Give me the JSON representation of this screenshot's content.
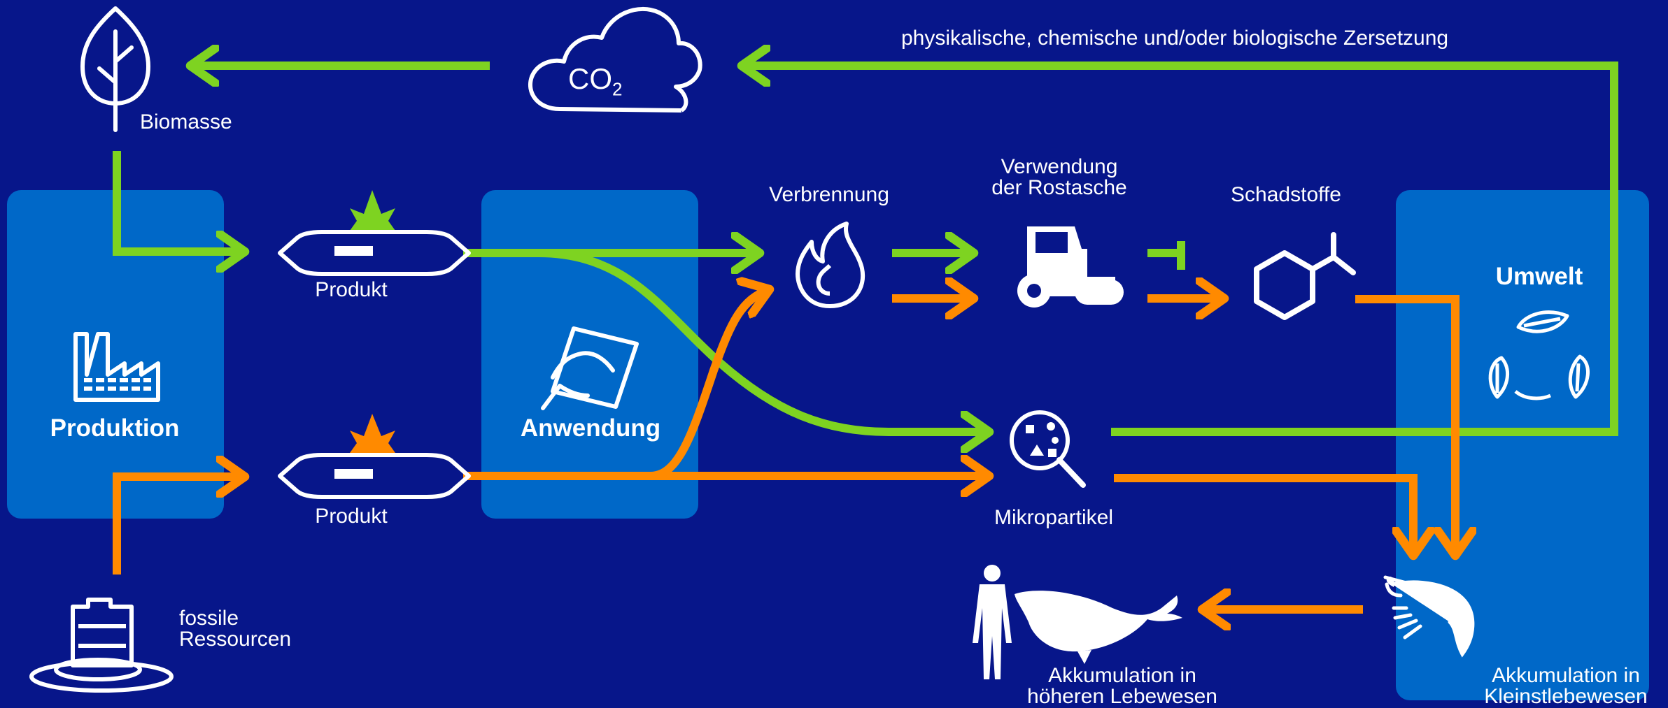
{
  "colors": {
    "background": "#07168a",
    "panel": "#0068c8",
    "green": "#7ed321",
    "orange": "#ff8a00",
    "icon": "#ffffff"
  },
  "labels": {
    "biomass": "Biomasse",
    "co2_main": "CO",
    "co2_sub": "2",
    "decomposition": "physikalische, chemische und/oder biologische Zersetzung",
    "production": "Produktion",
    "product_top": "Produkt",
    "product_bottom": "Produkt",
    "application": "Anwendung",
    "incineration": "Verbrennung",
    "ash_use_line1": "Verwendung",
    "ash_use_line2": "der Rostasche",
    "pollutants": "Schadstoffe",
    "environment": "Umwelt",
    "microparticles": "Mikropartikel",
    "fossil_line1": "fossile",
    "fossil_line2": "Ressourcen",
    "acc_higher_line1": "Akkumulation in",
    "acc_higher_line2": "höheren Lebewesen",
    "acc_micro_line1": "Akkumulation in",
    "acc_micro_line2": "Kleinstlebewesen"
  },
  "icons": [
    "tree-icon",
    "co2-cloud-icon",
    "factory-icon",
    "wet-wipe-pack-icon",
    "hand-wiping-icon",
    "flame-icon",
    "road-roller-icon",
    "molecule-icon",
    "microscope-particles-icon",
    "leaves-recycle-icon",
    "oil-barrel-icon",
    "human-icon",
    "whale-icon",
    "shrimp-icon"
  ]
}
